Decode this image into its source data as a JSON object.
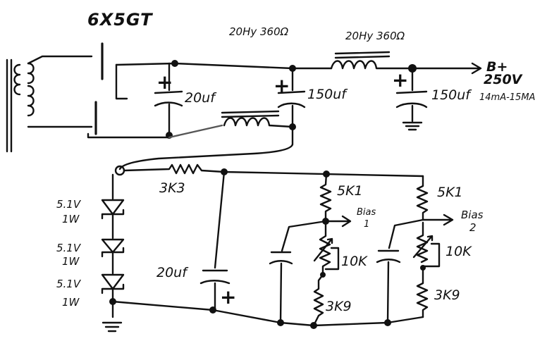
{
  "diagram": {
    "rectifier_tube": "6X5GT",
    "choke_1": "20Hy 360Ω",
    "choke_2": "20Hy 360Ω",
    "cap_first": "20uf",
    "cap_second": "150uf",
    "cap_third": "150uf",
    "output_label": "B+",
    "output_voltage": "250V",
    "output_current": "14mA-15MA",
    "resistor_series": "3K3",
    "zener_1_v": "5.1V",
    "zener_1_w": "1W",
    "zener_2_v": "5.1V",
    "zener_2_w": "1W",
    "zener_3_v": "5.1V",
    "zener_3_w": "1W",
    "cap_bias": "20uf",
    "bias1_top_res": "5K1",
    "bias1_pot": "10K",
    "bias1_bottom_res": "3K9",
    "bias1_label": "Bias",
    "bias1_num": "1",
    "bias2_top_res": "5K1",
    "bias2_pot": "10K",
    "bias2_bottom_res": "3K9",
    "bias2_label": "Bias",
    "bias2_num": "2"
  }
}
